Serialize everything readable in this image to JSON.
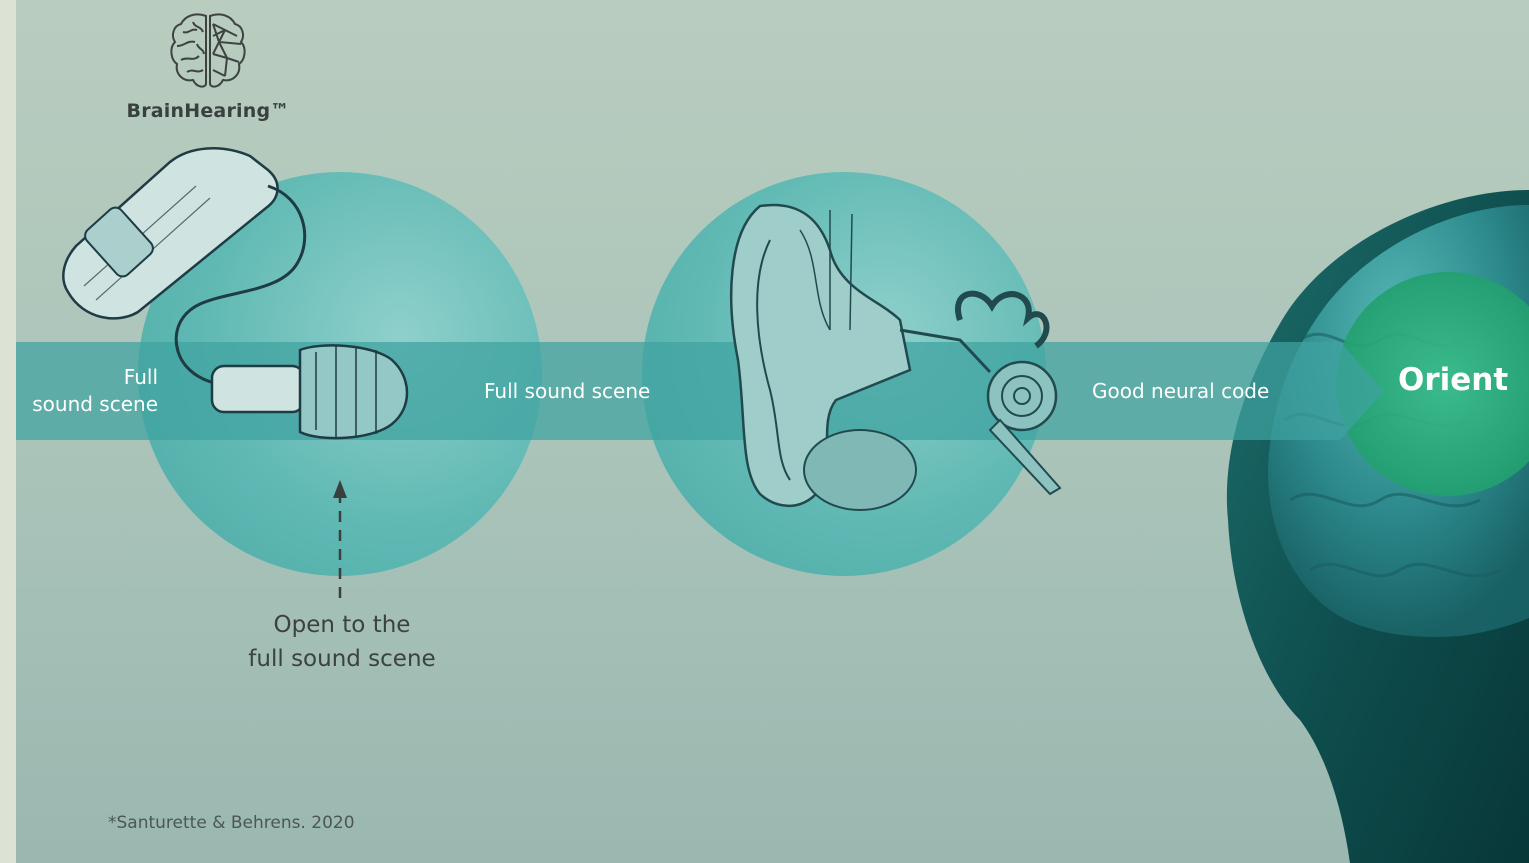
{
  "logo": {
    "text": "BrainHearing™",
    "icon": "brain-icon"
  },
  "stages": {
    "left_label_line1": "Full",
    "left_label_line2": "sound scene",
    "middle_label": "Full sound scene",
    "right_label": "Good neural code",
    "end_label": "Orient"
  },
  "note": {
    "line1": "Open to the",
    "line2": "full sound scene"
  },
  "citation": "*Santurette & Behrens. 2020",
  "colors": {
    "background": "#b1c8bc",
    "circle": "#5cb8b3",
    "band": "#3ea2a0",
    "head": "#0e4a4a",
    "orient_circle": "#2fa87a",
    "text_dark": "#3a403f"
  }
}
